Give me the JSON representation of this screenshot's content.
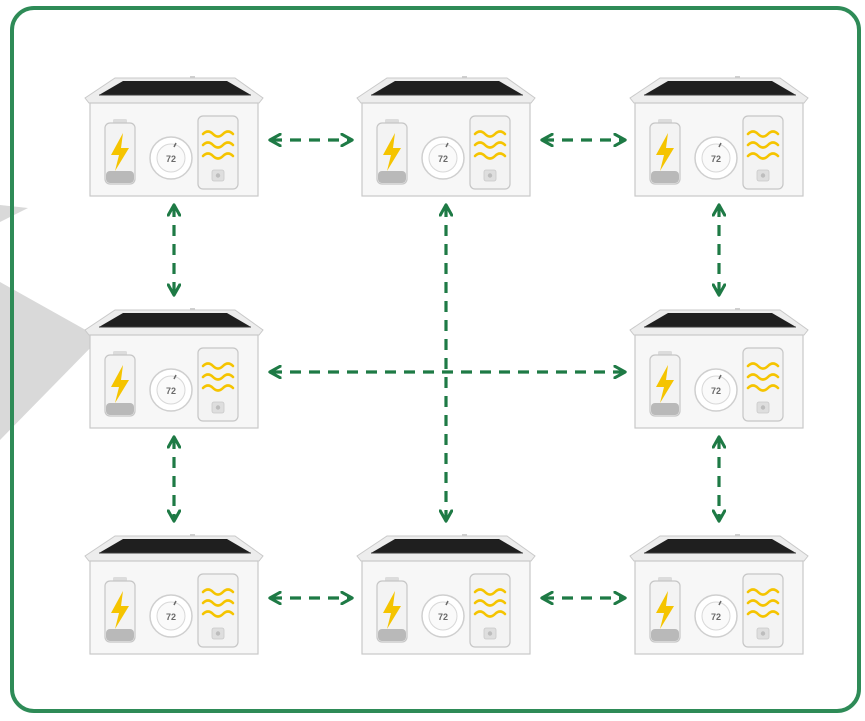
{
  "colors": {
    "frame_border": "#2e8b57",
    "arrow": "#1e7a45",
    "roof_panel": "#1f1f1f",
    "house_body": "#f7f7f7",
    "house_outline": "#c9c9c9",
    "bolt": "#f5c400",
    "heat_waves": "#f5c400",
    "wedge": "#d9d9d9"
  },
  "icons": {
    "battery": "battery-icon",
    "bolt": "lightning-bolt-icon",
    "thermostat": "thermostat-icon",
    "heater": "water-heater-icon",
    "roof": "solar-roof-icon",
    "arrow": "double-arrow-icon"
  },
  "houses": [
    {
      "id": "top-left",
      "thermostat_reading": "72"
    },
    {
      "id": "top-center",
      "thermostat_reading": "72"
    },
    {
      "id": "top-right",
      "thermostat_reading": "72"
    },
    {
      "id": "middle-left",
      "thermostat_reading": "72"
    },
    {
      "id": "middle-right",
      "thermostat_reading": "72"
    },
    {
      "id": "bottom-left",
      "thermostat_reading": "72"
    },
    {
      "id": "bottom-center",
      "thermostat_reading": "72"
    },
    {
      "id": "bottom-right",
      "thermostat_reading": "72"
    }
  ],
  "connections": [
    {
      "from": "top-left",
      "to": "top-center"
    },
    {
      "from": "top-center",
      "to": "top-right"
    },
    {
      "from": "top-left",
      "to": "middle-left"
    },
    {
      "from": "top-right",
      "to": "middle-right"
    },
    {
      "from": "middle-left",
      "to": "middle-right"
    },
    {
      "from": "top-center",
      "to": "bottom-center"
    },
    {
      "from": "middle-left",
      "to": "bottom-left"
    },
    {
      "from": "middle-right",
      "to": "bottom-right"
    },
    {
      "from": "bottom-left",
      "to": "bottom-center"
    },
    {
      "from": "bottom-center",
      "to": "bottom-right"
    }
  ]
}
